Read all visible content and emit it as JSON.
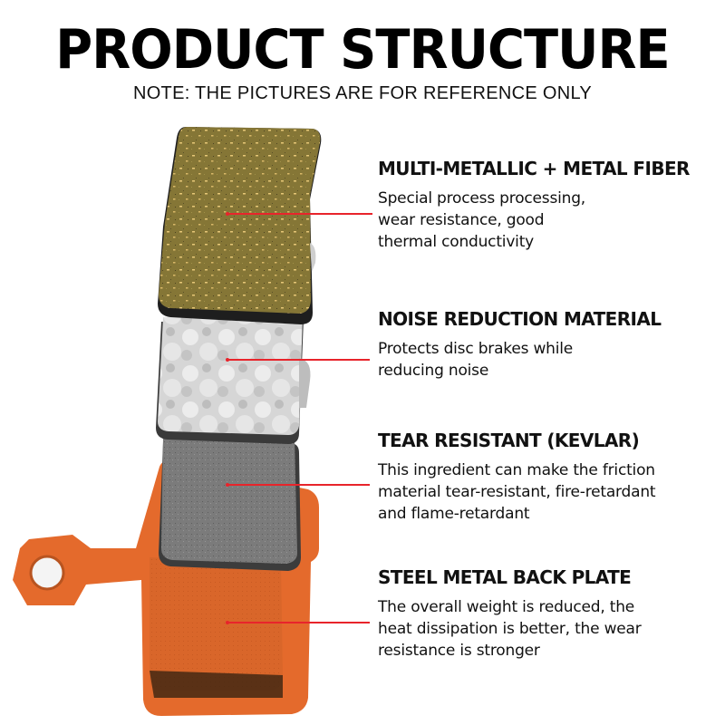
{
  "header": {
    "title": "PRODUCT STRUCTURE",
    "note": "NOTE: THE PICTURES ARE FOR REFERENCE ONLY"
  },
  "colors": {
    "leader_line": "#e8242b",
    "friction_layer": "#8a7a3c",
    "noise_layer": "#d9d9d9",
    "kevlar_layer": "#7a7a7a",
    "back_plate": "#e46a2c"
  },
  "features": [
    {
      "heading": "MULTI-METALLIC + METAL FIBER",
      "description": "Special process processing, wear resistance, good thermal conductivity",
      "lines": [
        "Special process processing,",
        "wear resistance, good",
        "thermal conductivity"
      ]
    },
    {
      "heading": "NOISE REDUCTION MATERIAL",
      "description": "Protects disc brakes while reducing noise",
      "lines": [
        "Protects disc brakes while",
        "reducing noise"
      ]
    },
    {
      "heading": "TEAR RESISTANT (KEVLAR)",
      "description": "This ingredient can make the friction material tear-resistant, fire-retardant and flame-retardant",
      "lines": [
        "This ingredient can make the friction",
        "material tear-resistant, fire-retardant",
        "and flame-retardant"
      ]
    },
    {
      "heading": "STEEL METAL BACK PLATE",
      "description": "The overall weight is reduced, the heat dissipation is better, the wear resistance is stronger",
      "lines": [
        "The overall weight is reduced, the",
        "heat dissipation is better, the wear",
        "resistance is stronger"
      ]
    }
  ]
}
